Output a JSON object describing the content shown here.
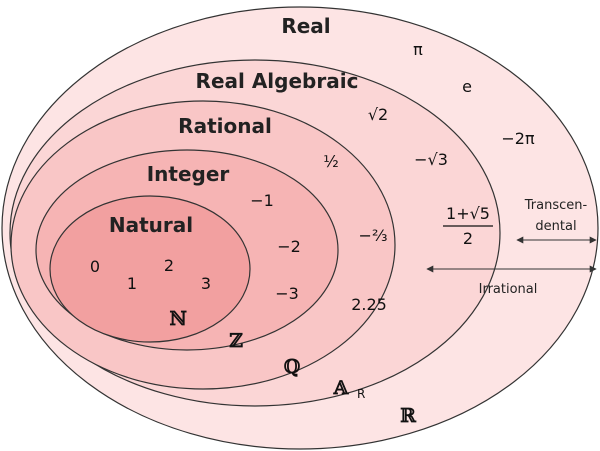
{
  "sets": {
    "real": {
      "label": "Real",
      "symbol": "ℝ",
      "fill": "#fde4e4"
    },
    "real_algebraic": {
      "label": "Real Algebraic",
      "symbol": "𝔸",
      "symbol_sub": "R",
      "fill": "#fbd6d6"
    },
    "rational": {
      "label": "Rational",
      "symbol": "ℚ",
      "fill": "#f9c6c6"
    },
    "integer": {
      "label": "Integer",
      "symbol": "ℤ",
      "fill": "#f6b4b4"
    },
    "natural": {
      "label": "Natural",
      "symbol": "ℕ",
      "fill": "#f2a0a0"
    }
  },
  "members": {
    "natural": [
      "0",
      "1",
      "2",
      "3"
    ],
    "integer": [
      "−1",
      "−2",
      "−3"
    ],
    "rational": [
      "½",
      "−⅔",
      "2.25"
    ],
    "real_algebraic": [
      "√2",
      "−√3"
    ],
    "golden_numerator": "1+√5",
    "golden_denominator": "2",
    "real": [
      "π",
      "e",
      "−2π"
    ]
  },
  "annotations": {
    "transcendental_line1": "Transcen-",
    "transcendental_line2": "dental",
    "irrational": "Irrational"
  }
}
